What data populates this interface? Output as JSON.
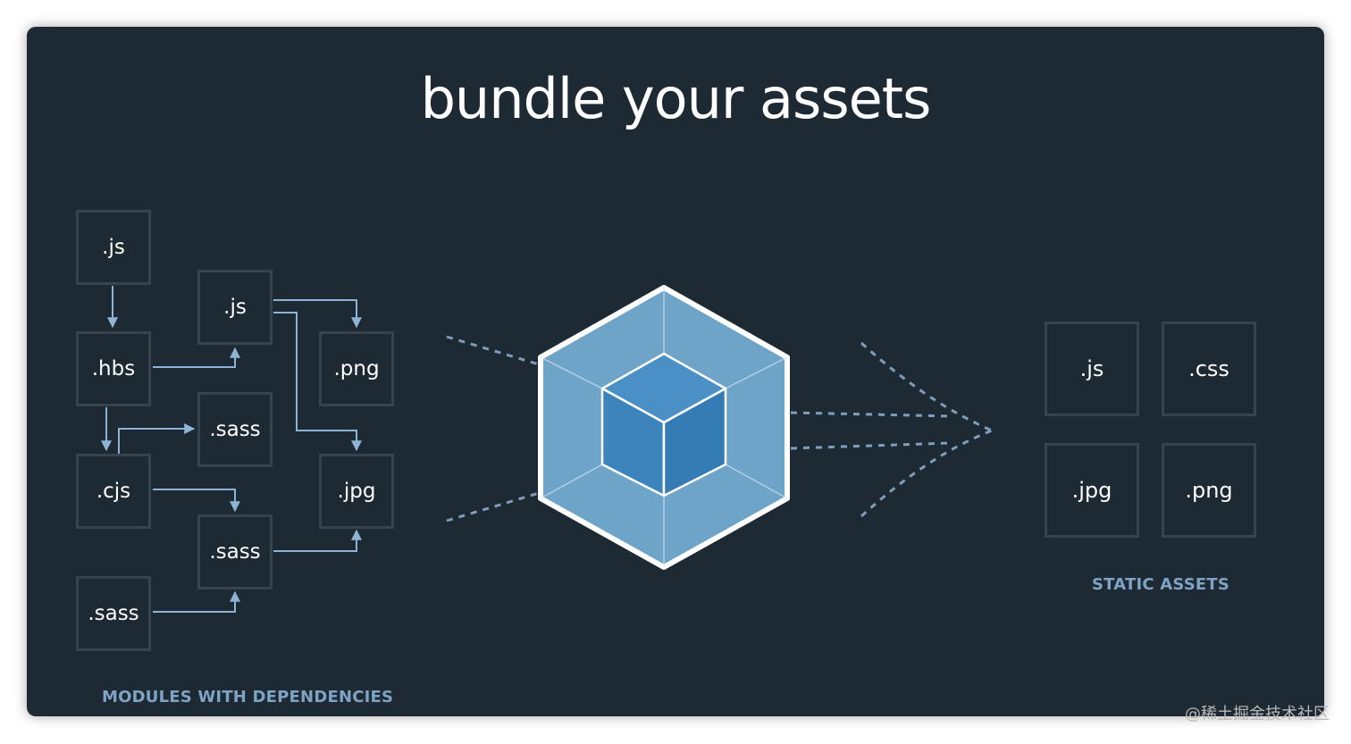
{
  "title": "bundle your assets",
  "modules": {
    "caption": "MODULES WITH DEPENDENCIES",
    "boxes": [
      ".js",
      ".hbs",
      ".cjs",
      ".sass",
      ".js",
      ".sass",
      ".sass",
      ".png",
      ".jpg"
    ]
  },
  "static_assets": {
    "caption": "STATIC ASSETS",
    "boxes": [
      ".js",
      ".css",
      ".jpg",
      ".png"
    ]
  },
  "watermark": "@稀土掘金技术社区",
  "colors": {
    "background": "#1e2a33",
    "box_border": "#35444f",
    "arrow": "#8fb3d4",
    "caption": "#7ea3c4",
    "cube_outer": "#6ea4c8",
    "cube_inner": "#3d84bd",
    "cube_edge": "#ffffff"
  }
}
